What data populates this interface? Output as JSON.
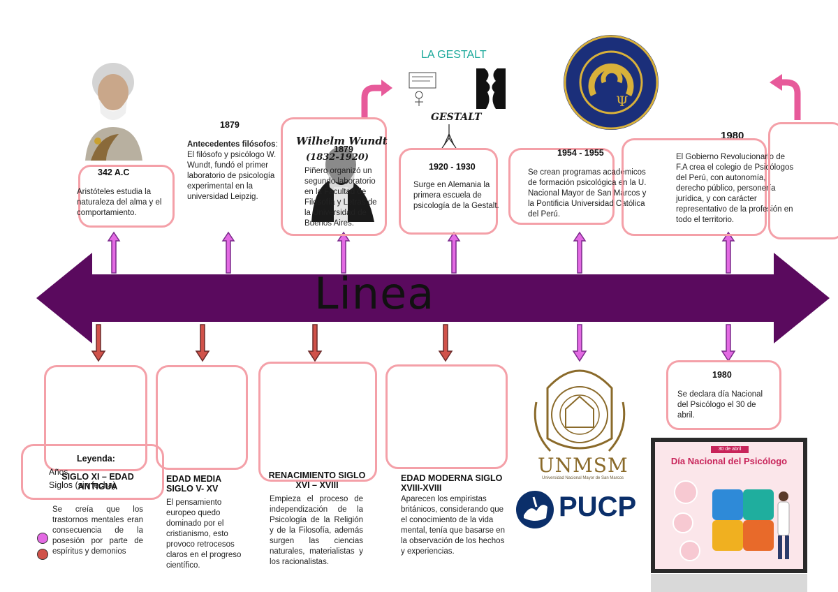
{
  "axis": {
    "label": "Linea",
    "color": "#5a0a5e"
  },
  "colors": {
    "upper_arrow": "#e36ae3",
    "lower_arrow": "#d0524a",
    "box_border": "#f4a0a8"
  },
  "top_events": [
    {
      "year": "342 A.C",
      "text": "Aristóteles estudia la naturaleza del alma y el comportamiento."
    },
    {
      "year": "1879",
      "bold_lead": "Antecedentes filósofos",
      "text": ": El filósofo y psicólogo W. Wundt, fundó el primer laboratorio de psicología experimental en la universidad Leipzig."
    },
    {
      "year": "1879",
      "text": "Piñero organizó un segundo laboratorio en la Facultad de Filosofía y Letras de la Universidad de Buenos Aires."
    },
    {
      "year": "1920 - 1930",
      "text": "Surge en Alemania la primera escuela de psicología de la Gestalt."
    },
    {
      "year": "1954 - 1955",
      "text": "Se crean programas académicos de formación psicológica en la U. Nacional Mayor de San Marcos y la Pontificia Universidad Católica del Perú."
    },
    {
      "year": "1980",
      "text": "El Gobierno Revolucionario de F.A crea el colegio de Psicólogos del Perú, con autonomía, derecho público, personería jurídica, y con carácter representativo de la profesión en todo el territorio."
    }
  ],
  "bottom_events": [
    {
      "title": "SIGLO XI – EDAD ANTIGUA",
      "text": "Se creía que los trastornos mentales eran consecuencia de la posesión por parte de espíritus y demonios"
    },
    {
      "title": "EDAD MEDIA SIGLO V- XV",
      "text": "El pensamiento europeo quedo dominado por el cristianismo, esto provoco retrocesos claros en el progreso científico."
    },
    {
      "title": "RENACIMIENTO SIGLO XVI – XVIII",
      "text": "Empieza el proceso de independización de la Psicología de la Religión y de la Filosofía, además surgen las ciencias naturales, materialistas y los racionalistas."
    },
    {
      "title": "EDAD MODERNA SIGLO XVIII-XVIII",
      "text": "Aparecen los empiristas británicos, considerando que el conocimiento de la vida mental, tenía que basarse en la observación de los hechos y experiencias."
    },
    {
      "year": "1980",
      "text": "Se declara día Nacional del Psicólogo el 30 de abril."
    }
  ],
  "legend": {
    "title": "Leyenda:",
    "item1": "Años",
    "item2": "Siglos (sin fecha)"
  },
  "images": {
    "gestalt_title": "LA GESTALT",
    "gestalt_word": "GESTALT",
    "wundt_name": "Wilhelm Wundt",
    "wundt_dates": "(1832-1920)",
    "cpp_seal": "Colegio de Psicólogos del Perú",
    "unmsm": "UNMSM",
    "unmsm_sub": "Universidad Nacional Mayor de San Marcos",
    "pucp": "PUCP",
    "poster_date": "30 de abril",
    "poster_title": "Día Nacional del Psicólogo"
  }
}
